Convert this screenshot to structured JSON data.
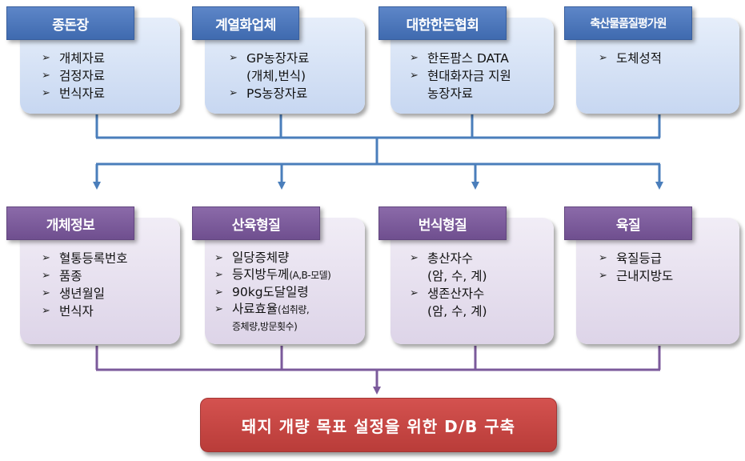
{
  "top_sources": [
    {
      "title": "종돈장",
      "items": [
        {
          "text": "개체자료"
        },
        {
          "text": "검정자료"
        },
        {
          "text": "번식자료"
        }
      ]
    },
    {
      "title": "계열화업체",
      "items": [
        {
          "text": "GP농장자료",
          "cont": "(개체,번식)"
        },
        {
          "text": "PS농장자료"
        }
      ]
    },
    {
      "title": "대한한돈협회",
      "items": [
        {
          "text": "한돈팜스 DATA"
        },
        {
          "text": "현대화자금 지원",
          "cont": "농장자료"
        }
      ]
    },
    {
      "title": "축산물품질평가원",
      "items": [
        {
          "text": "도체성적"
        }
      ]
    }
  ],
  "categories": [
    {
      "title": "개체정보",
      "items": [
        {
          "text": "혈통등록번호"
        },
        {
          "text": "품종"
        },
        {
          "text": "생년월일"
        },
        {
          "text": "번식자"
        }
      ]
    },
    {
      "title": "산육형질",
      "items": [
        {
          "text": "일당증체량"
        },
        {
          "text": "등지방두께",
          "sub": "(A,B-모델)"
        },
        {
          "text": "90kg도달일령"
        },
        {
          "text": "사료효율",
          "sub": "(섭취량,",
          "cont": "증체량,방문횟수)"
        }
      ]
    },
    {
      "title": "번식형질",
      "items": [
        {
          "text": "총산자수",
          "cont": "(암, 수, 계)"
        },
        {
          "text": "생존산자수",
          "cont": "(암, 수, 계)"
        }
      ]
    },
    {
      "title": "육질",
      "items": [
        {
          "text": "육질등급"
        },
        {
          "text": "근내지방도"
        }
      ]
    }
  ],
  "result": "돼지 개량 목표 설정을 위한 D/B 구축",
  "colors": {
    "blue_tab": "#4a74b9",
    "purple_tab": "#7a5a9a",
    "result": "#c64643",
    "blue_line": "#4a7ebb",
    "purple_line": "#7b5a9b"
  }
}
